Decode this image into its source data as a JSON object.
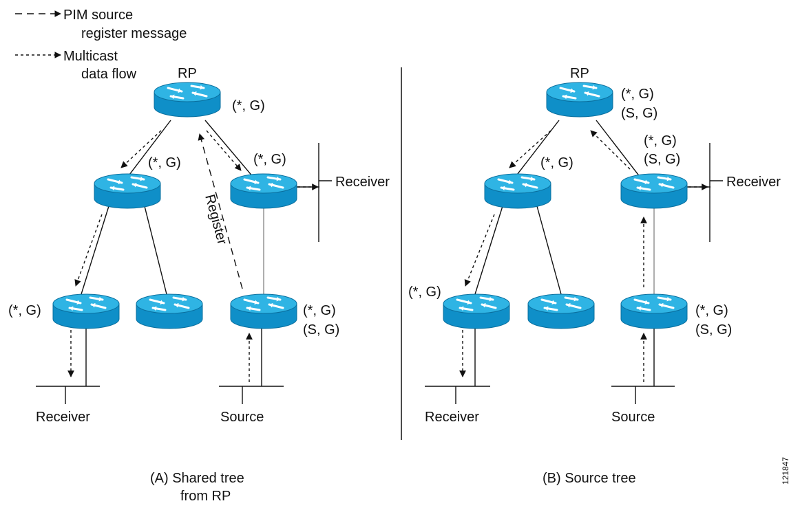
{
  "legend": {
    "register": [
      "PIM source",
      "register message"
    ],
    "data_flow": [
      "Multicast",
      "data flow"
    ]
  },
  "colors": {
    "router_top": "#2fb4e4",
    "router_side": "#0f8fc8",
    "router_edge": "#0a6f9e",
    "arrow_glyph": "#ffffff",
    "line": "#111111",
    "line_gray": "#9a9a9a"
  },
  "icons": {
    "router": "router-icon"
  },
  "panel_a": {
    "rp_label": "RP",
    "rp_state": "(*, G)",
    "left_mid_state": "(*, G)",
    "right_mid_state": "(*, G)",
    "receiver_right": "Receiver",
    "register_label": "Register",
    "bottom_left_state": "(*, G)",
    "source_router_state": [
      "(*, G)",
      "(S, G)"
    ],
    "receiver_bottom": "Receiver",
    "source_label": "Source",
    "caption": [
      "(A)  Shared tree",
      "from RP"
    ]
  },
  "panel_b": {
    "rp_label": "RP",
    "rp_state": [
      "(*, G)",
      "(S, G)"
    ],
    "left_mid_state": "(*, G)",
    "right_mid_state": [
      "(*, G)",
      "(S, G)"
    ],
    "receiver_right": "Receiver",
    "bottom_left_state": "(*, G)",
    "source_router_state": [
      "(*, G)",
      "(S, G)"
    ],
    "receiver_bottom": "Receiver",
    "source_label": "Source",
    "caption": "(B)  Source tree"
  },
  "figure_id": "121847"
}
